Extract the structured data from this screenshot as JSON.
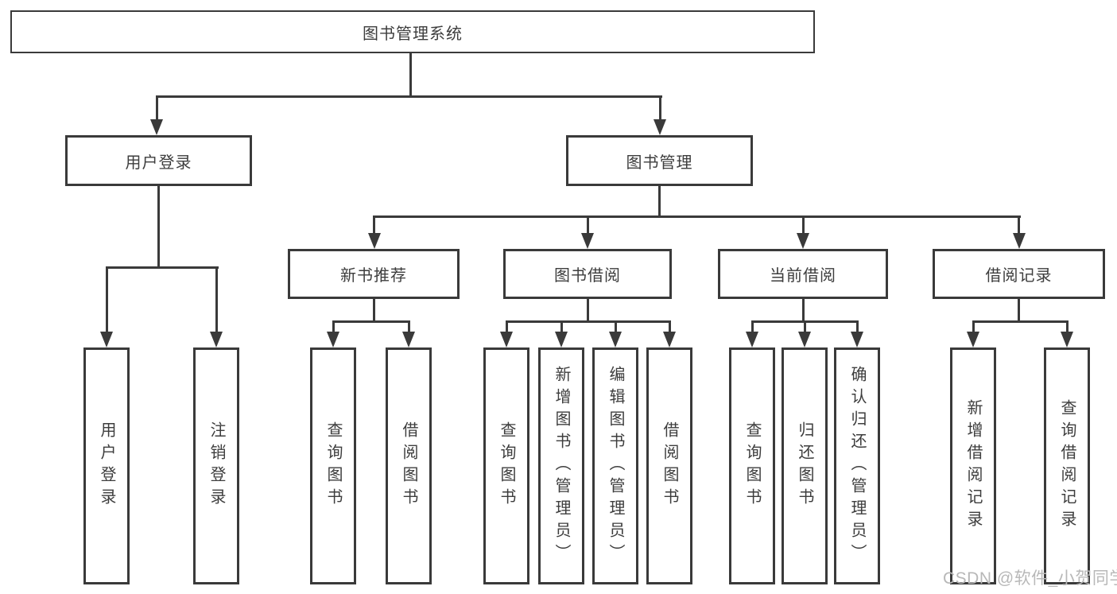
{
  "tree": {
    "root": {
      "label": "图书管理系统"
    },
    "user_login": {
      "label": "用户登录",
      "children": [
        {
          "label": "用户登录"
        },
        {
          "label": "注销登录"
        }
      ]
    },
    "book_mgmt": {
      "label": "图书管理",
      "sections": [
        {
          "label": "新书推荐",
          "children": [
            {
              "label": "查询图书"
            },
            {
              "label": "借阅图书"
            }
          ]
        },
        {
          "label": "图书借阅",
          "children": [
            {
              "label": "查询图书"
            },
            {
              "label": "新增图书（管理员）"
            },
            {
              "label": "编辑图书（管理员）"
            },
            {
              "label": "借阅图书"
            }
          ]
        },
        {
          "label": "当前借阅",
          "children": [
            {
              "label": "查询图书"
            },
            {
              "label": "归还图书"
            },
            {
              "label": "确认归还（管理员）"
            }
          ]
        },
        {
          "label": "借阅记录",
          "children": [
            {
              "label": "新增借阅记录"
            },
            {
              "label": "查询借阅记录"
            }
          ]
        }
      ]
    }
  },
  "watermark": "CSDN @软件_小贺同学",
  "colors": {
    "line": "#3a3a3a",
    "text": "#3d3d3d",
    "watermark": "#b8b8b8",
    "background": "#ffffff",
    "box_fill": "#ffffff"
  }
}
